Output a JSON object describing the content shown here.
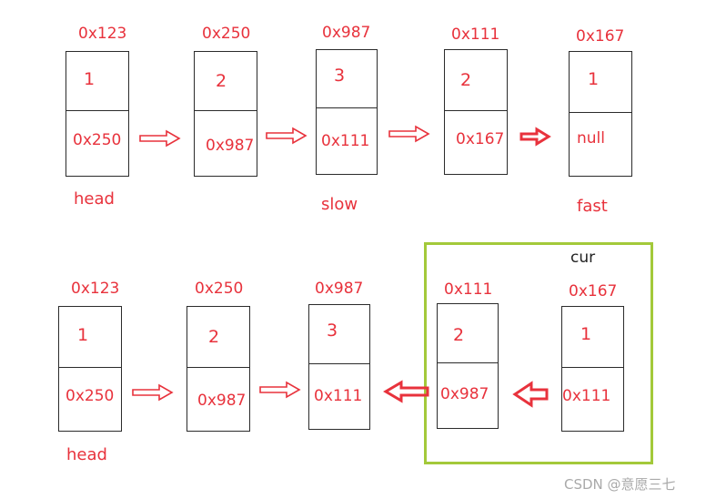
{
  "row1": {
    "nodes": [
      {
        "addr": "0x123",
        "val": "1",
        "next": "0x250"
      },
      {
        "addr": "0x250",
        "val": "2",
        "next": "0x987"
      },
      {
        "addr": "0x987",
        "val": "3",
        "next": "0x111"
      },
      {
        "addr": "0x111",
        "val": "2",
        "next": "0x167"
      },
      {
        "addr": "0x167",
        "val": "1",
        "next": "null"
      }
    ],
    "labels": {
      "head": "head",
      "slow": "slow",
      "fast": "fast"
    }
  },
  "row2": {
    "nodes": [
      {
        "addr": "0x123",
        "val": "1",
        "next": "0x250"
      },
      {
        "addr": "0x250",
        "val": "2",
        "next": "0x987"
      },
      {
        "addr": "0x987",
        "val": "3",
        "next": "0x111"
      },
      {
        "addr": "0x111",
        "val": "2",
        "next": "0x987"
      },
      {
        "addr": "0x167",
        "val": "1",
        "next": "0x111"
      }
    ],
    "labels": {
      "head": "head",
      "cur": "cur"
    }
  },
  "watermark": "CSDN @意愿三七",
  "colors": {
    "text": "#e8323c",
    "box": "#2b2b2b",
    "highlight": "#a3c93a"
  }
}
